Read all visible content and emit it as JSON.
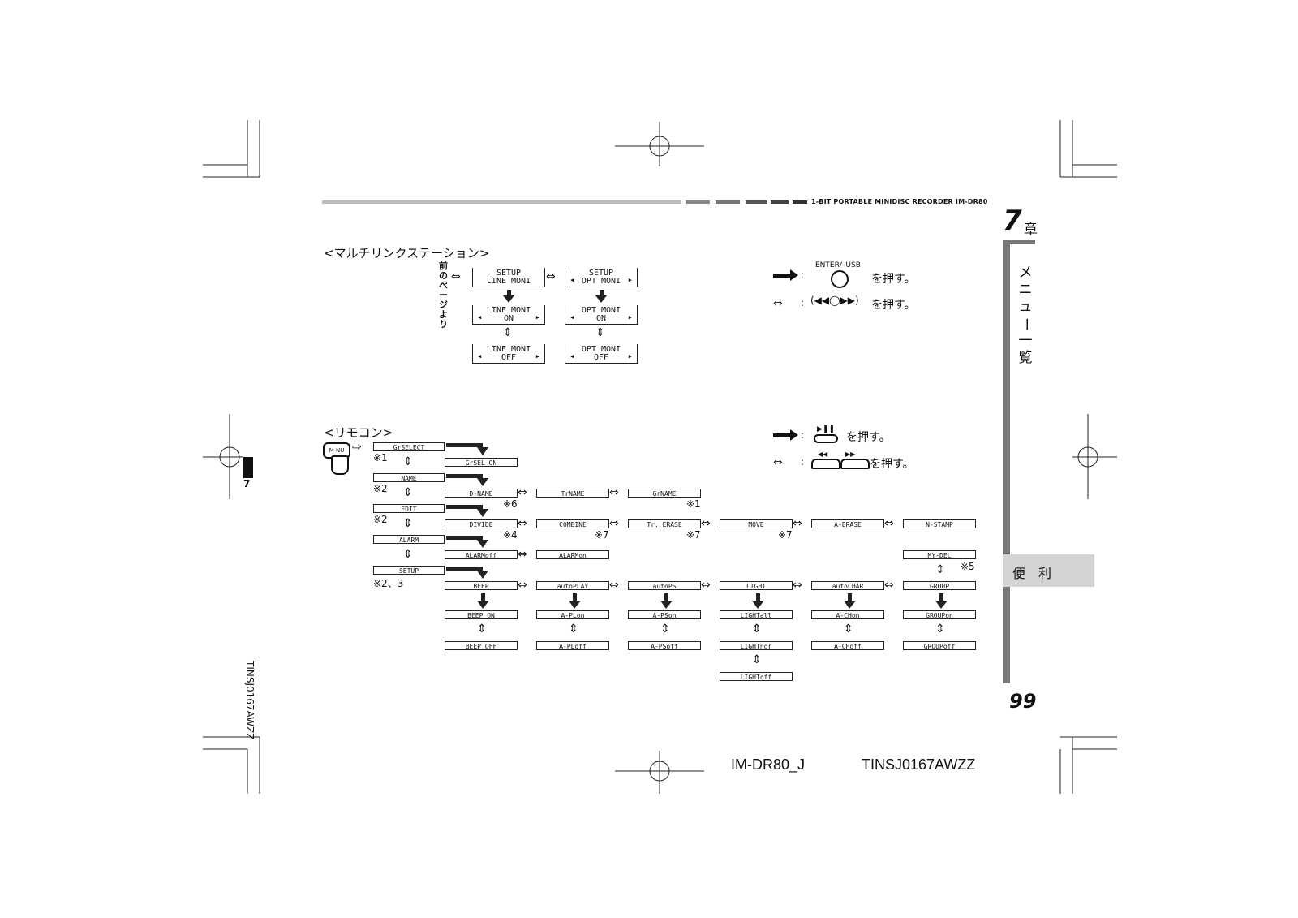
{
  "header": {
    "model_line": "1-BIT PORTABLE MINIDISC RECORDER IM-DR80",
    "chapter_num": "7",
    "chapter_kanji": "章"
  },
  "sidebar": {
    "menu_title": [
      "メ",
      "ニ",
      "ュ",
      "ー",
      "一",
      "覧"
    ],
    "tab_label": "便　利",
    "page_number": "99"
  },
  "left_margin": {
    "tab_number": "7",
    "doc_code": "TINSJ0167AWZZ"
  },
  "footer": {
    "model_code": "IM-DR80_J",
    "doc_code": "TINSJ0167AWZZ"
  },
  "multilink": {
    "heading": "<マルチリンクステーション>",
    "from_prev": "前のページより",
    "setup1": [
      "SETUP",
      "LINE MONI"
    ],
    "setup2": [
      "SETUP",
      "OPT MONI"
    ],
    "line_on": [
      "LINE MONI",
      "ON"
    ],
    "opt_on": [
      "OPT MONI",
      "ON"
    ],
    "line_off": [
      "LINE MONI",
      "OFF"
    ],
    "opt_off": [
      "OPT MONI",
      "OFF"
    ],
    "legend_enter_label": "ENTER/–USB",
    "legend_press": "を押す。",
    "legend_press2": "を押す。"
  },
  "remote": {
    "heading": "<リモコン>",
    "legend_press": "を押す。",
    "legend_press2": "を押す。",
    "menu_btn": "M  NU",
    "col0": [
      "GrSELECT",
      "NAME",
      "EDIT",
      "ALARM",
      "SETUP"
    ],
    "grsel_on": "GrSEL ON",
    "name_row": [
      "D-NAME",
      "TrNAME",
      "GrNAME"
    ],
    "edit_row": [
      "DIVIDE",
      "COMBINE",
      "Tr. ERASE",
      "MOVE",
      "A-ERASE",
      "N-STAMP"
    ],
    "alarm_row": [
      "ALARMoff",
      "ALARMon"
    ],
    "mydel": "MY-DEL",
    "setup_row": [
      "BEEP",
      "autoPLAY",
      "autoPS",
      "LIGHT",
      "autoCHAR",
      "GROUP"
    ],
    "on_row": [
      "BEEP ON",
      "A-PLon",
      "A-PSon",
      "LIGHTall",
      "A-CHon",
      "GROUPon"
    ],
    "off_row": [
      "BEEP OFF",
      "A-PLoff",
      "A-PSoff",
      "LIGHTnor",
      "A-CHoff",
      "GROUPoff"
    ],
    "lightoff": "LIGHToff",
    "notes": {
      "n1": "※1",
      "n2a": "※2",
      "n2b": "※2",
      "n23": "※2、3",
      "n6": "※6",
      "n1b": "※1",
      "n4": "※4",
      "n7a": "※7",
      "n7b": "※7",
      "n7c": "※7",
      "n5": "※5"
    }
  }
}
